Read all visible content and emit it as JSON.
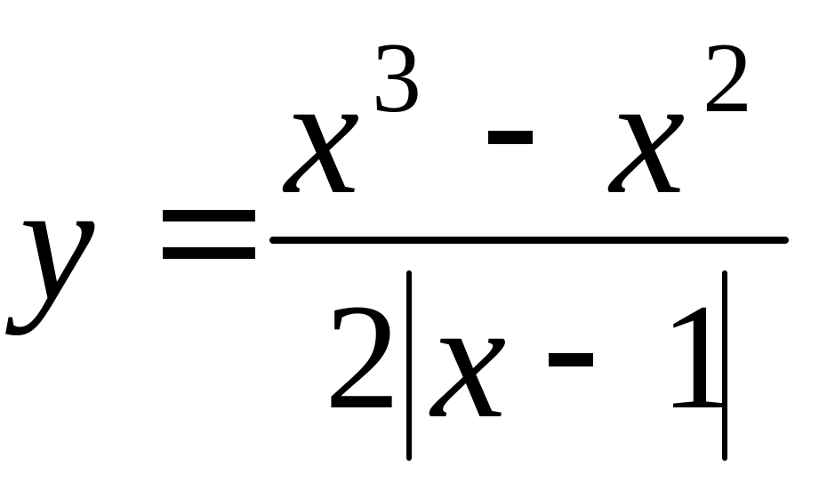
{
  "formula": {
    "lhs": "y",
    "numerator": {
      "base1": "x",
      "exp1": "3",
      "base2": "x",
      "exp2": "2"
    },
    "denominator": {
      "coefficient": "2",
      "inner_var": "x",
      "inner_const": "1"
    }
  }
}
